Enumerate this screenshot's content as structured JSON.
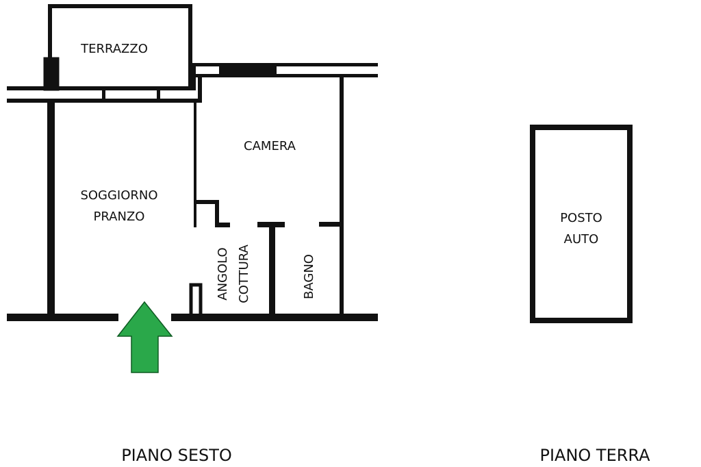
{
  "rooms": {
    "terrazzo": "TERRAZZO",
    "camera": "CAMERA",
    "soggiorno_line1": "SOGGIORNO",
    "soggiorno_line2": "PRANZO",
    "angolo": "ANGOLO",
    "cottura": "COTTURA",
    "bagno": "BAGNO",
    "posto": "POSTO",
    "auto": "AUTO"
  },
  "floors": {
    "sesto": "PIANO SESTO",
    "terra": "PIANO TERRA"
  },
  "colors": {
    "wall": "#111111",
    "entrance_arrow": "#2aa84a",
    "background": "#ffffff"
  },
  "icons": {
    "entrance": "entrance-arrow-icon"
  }
}
